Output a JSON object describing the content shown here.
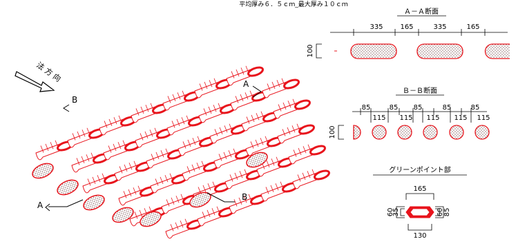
{
  "header": {
    "thickness_note": "平均厚み６．５ｃｍ_最大厚み１０ｃｍ"
  },
  "iso_view": {
    "slope_direction_label": "法 方 向",
    "marker_a_top": "A",
    "marker_a_bottom": "A",
    "marker_b_top": "B",
    "marker_b_bottom": "B"
  },
  "section_aa": {
    "title": "Ａ－Ａ断面",
    "dims": [
      "335",
      "165",
      "335",
      "165"
    ],
    "height_dim": "100"
  },
  "section_bb": {
    "title": "Ｂ－Ｂ断面",
    "dims_top": [
      "85",
      "85",
      "85",
      "85",
      "85"
    ],
    "dims_bottom": [
      "115",
      "115",
      "115",
      "115",
      "115"
    ],
    "height_dim": "100"
  },
  "green_point": {
    "title": "グリーンポイント部",
    "width_top": "165",
    "width_bottom": "130",
    "left_outer": "60",
    "left_inner": "35",
    "right_outer": "85",
    "right_inner": "60"
  },
  "colors": {
    "accent": "#e8141c",
    "line": "#000000",
    "stipple": "#5a2a2a"
  }
}
